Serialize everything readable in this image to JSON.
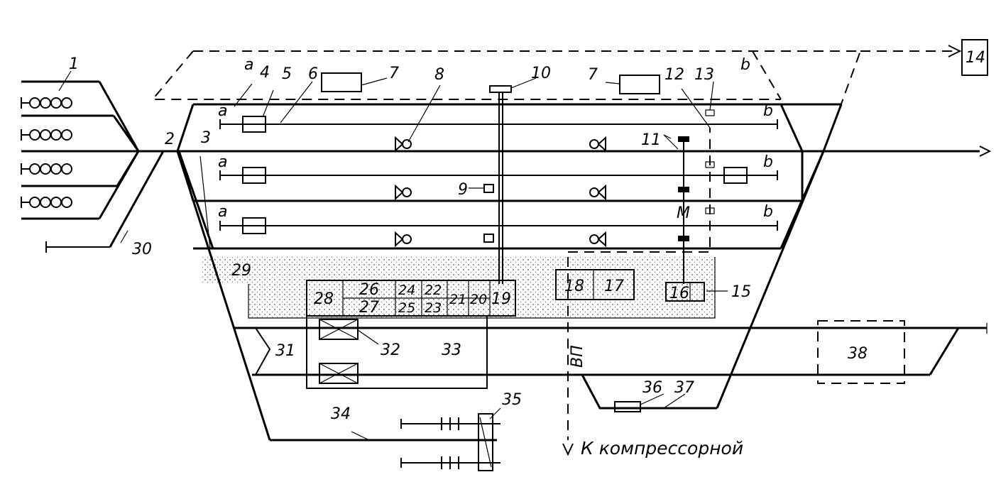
{
  "labels": {
    "l1": "1",
    "l2": "2",
    "l3": "3",
    "l4": "4",
    "l5": "5",
    "l6": "6",
    "l7a": "7",
    "l7b": "7",
    "l8": "8",
    "l9": "9",
    "l10": "10",
    "l11": "11",
    "l12": "12",
    "l13": "13",
    "l14": "14",
    "l15": "15",
    "l16": "16",
    "l17": "17",
    "l18": "18",
    "l19": "19",
    "l20": "20",
    "l21": "21",
    "l22": "22",
    "l23": "23",
    "l24": "24",
    "l25": "25",
    "l26": "26",
    "l27": "27",
    "l28": "28",
    "l29": "29",
    "l30": "30",
    "l31": "31",
    "l32": "32",
    "l33": "33",
    "l34": "34",
    "l35": "35",
    "l36": "36",
    "l37": "37",
    "l38": "38",
    "motor": "М",
    "vp": "ВП",
    "a": "a",
    "b": "b"
  },
  "caption": "К компрессорной"
}
